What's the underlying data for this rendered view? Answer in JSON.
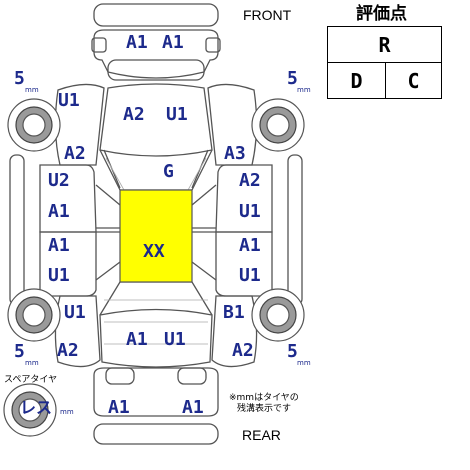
{
  "header": {
    "front": "FRONT",
    "rear": "REAR"
  },
  "grade": {
    "title": "評価点",
    "overall": "R",
    "interior": "D",
    "exterior": "C"
  },
  "tyres": {
    "front_left": {
      "value": "5",
      "unit": "mm"
    },
    "front_right": {
      "value": "5",
      "unit": "mm"
    },
    "rear_left": {
      "value": "5",
      "unit": "mm"
    },
    "rear_right": {
      "value": "5",
      "unit": "mm"
    },
    "spare": {
      "caption": "スペアタイヤ",
      "value": "レス",
      "unit": "mm"
    }
  },
  "note": {
    "line1": "※mmはタイヤの",
    "line2": "残溝表示です"
  },
  "damage": {
    "front_bumper_left": "A1",
    "front_bumper_right": "A1",
    "hood_left": "A2",
    "hood_right": "U1",
    "front_fender_left_u": "U1",
    "front_fender_left_a": "A2",
    "front_fender_right": "A3",
    "roof_top": "G",
    "roof_center": "XX",
    "front_door_left_top": "U2",
    "front_door_left_bottom": "A1",
    "front_door_right_top": "A2",
    "front_door_right_bottom": "U1",
    "rear_door_left_top": "A1",
    "rear_door_left_bottom": "U1",
    "rear_door_right_top": "A1",
    "rear_door_right_bottom": "U1",
    "rear_fender_left_u": "U1",
    "rear_fender_left_a": "A2",
    "rear_fender_right_b": "B1",
    "rear_fender_right_a": "A2",
    "trunk_left": "A1",
    "trunk_right": "U1",
    "rear_bumper_left": "A1",
    "rear_bumper_right": "A1"
  },
  "colors": {
    "label": "#1d2a8c",
    "highlight": "#ffff00",
    "outline": "#555555"
  }
}
